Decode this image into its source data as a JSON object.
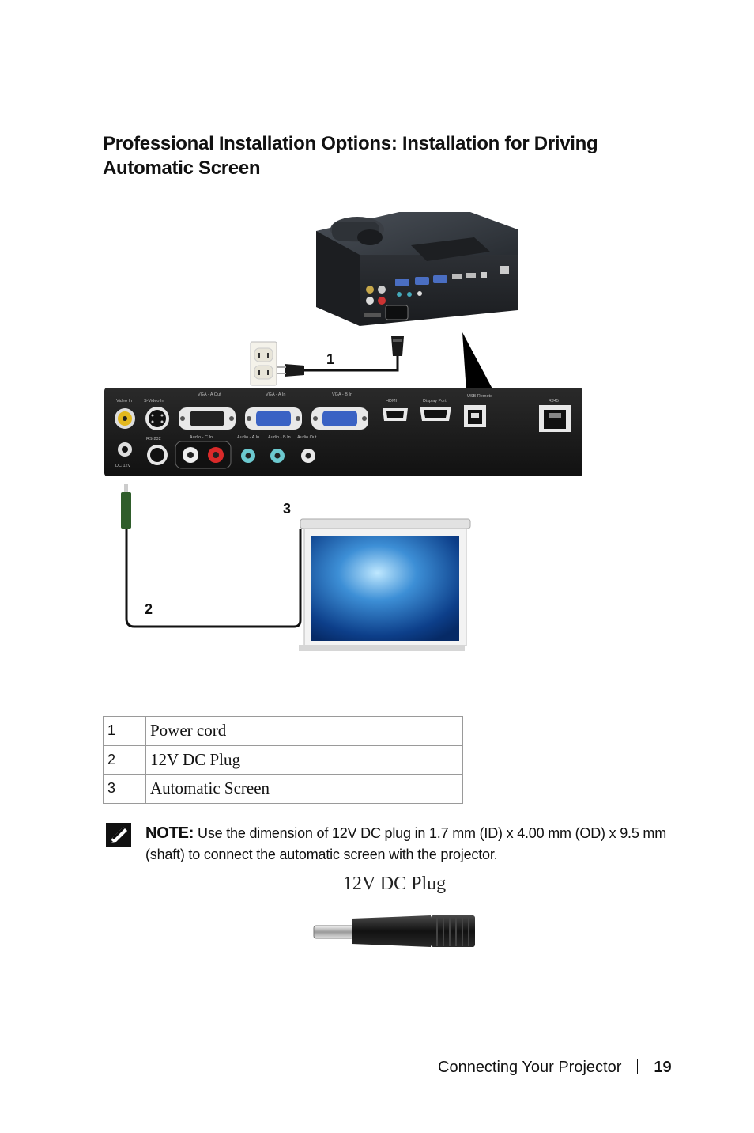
{
  "heading": "Professional Installation Options: Installation for Driving Automatic Screen",
  "diagram": {
    "callouts": [
      "1",
      "2",
      "3"
    ],
    "port_labels": {
      "video_in": "Video In",
      "s_video_in": "S-Video In",
      "vga_a_out": "VGA - A Out",
      "vga_a_in": "VGA - A In",
      "vga_b_in": "VGA - B In",
      "hdmi": "HDMI",
      "display_port": "Display Port",
      "usb_remote": "USB Remote",
      "rj45": "RJ45",
      "rs232": "RS-232",
      "audio_c_in": "Audio - C In",
      "audio_a_in": "Audio - A In",
      "audio_b_in": "Audio - B In",
      "audio_out": "Audio Out",
      "dc_12v": "DC 12V"
    }
  },
  "legend": [
    {
      "num": "1",
      "label": "Power cord"
    },
    {
      "num": "2",
      "label": "12V DC Plug"
    },
    {
      "num": "3",
      "label": "Automatic Screen"
    }
  ],
  "note": {
    "label": "NOTE:",
    "text": "Use the dimension of 12V DC plug in 1.7 mm (ID) x 4.00 mm (OD) x 9.5 mm (shaft) to connect the automatic screen with the projector."
  },
  "plug_caption": "12V DC Plug",
  "footer": {
    "section": "Connecting Your Projector",
    "page": "19"
  }
}
